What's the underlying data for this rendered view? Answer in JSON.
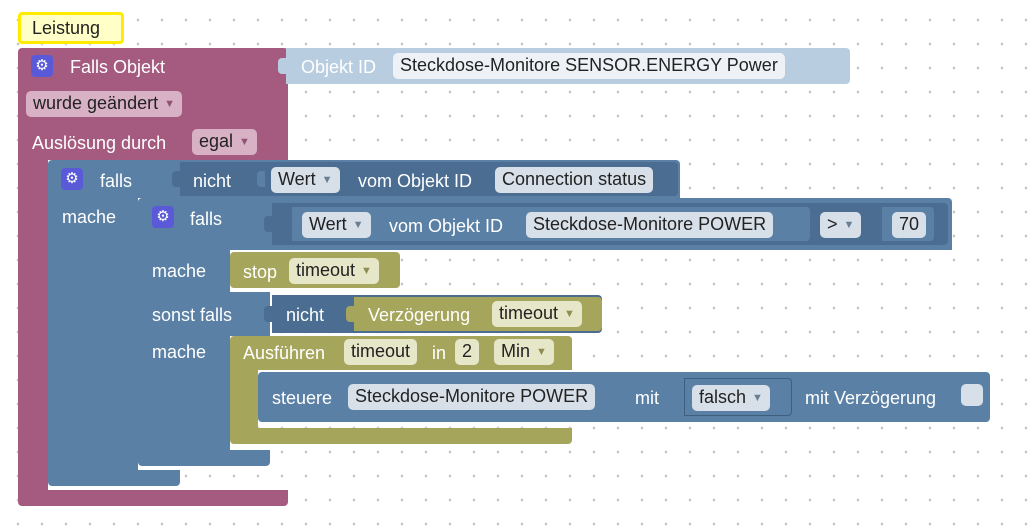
{
  "comment_label": "Leistung",
  "event_block": {
    "title": "Falls Objekt",
    "object_id_label": "Objekt ID",
    "object_id_value": "Steckdose-Monitore SENSOR.ENERGY  Power",
    "trigger_dropdown": "wurde geändert",
    "trigger_source_label": "Auslösung durch",
    "trigger_source_value": "egal"
  },
  "outer_if": {
    "if_label": "falls",
    "do_label": "mache",
    "not_label": "nicht",
    "value_dropdown": "Wert",
    "from_object_label": "vom Objekt ID",
    "object_value": "Connection status"
  },
  "inner_if": {
    "if_label": "falls",
    "value_dropdown": "Wert",
    "from_object_label": "vom Objekt ID",
    "object_value": "Steckdose-Monitore POWER",
    "operator": ">",
    "compare_value": "70",
    "do_label": "mache",
    "stop_label": "stop",
    "stop_timer": "timeout",
    "else_if_label": "sonst falls",
    "else_if_not_label": "nicht",
    "delay_label": "Verzögerung",
    "delay_timer": "timeout",
    "do2_label": "mache",
    "exec_label": "Ausführen",
    "exec_timer": "timeout",
    "in_label": "in",
    "exec_amount": "2",
    "exec_unit": "Min",
    "control_label": "steuere",
    "control_object": "Steckdose-Monitore POWER",
    "with_label": "mit",
    "control_value": "falsch",
    "with_delay_label": "mit Verzögerung"
  }
}
